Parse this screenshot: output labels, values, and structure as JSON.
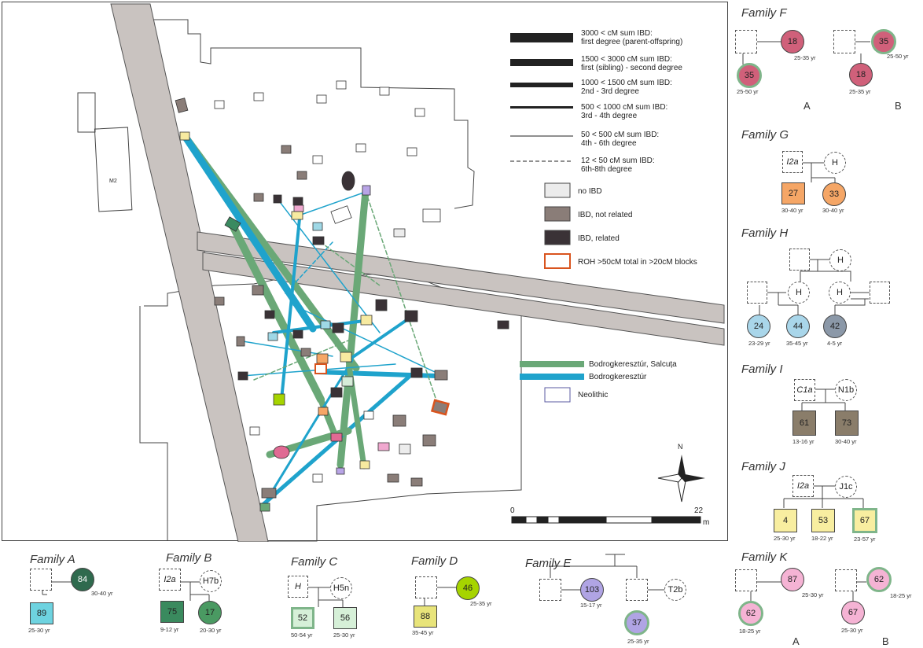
{
  "legend": {
    "ibd": [
      {
        "label1": "3000 < cM sum IBD:",
        "label2": "first degree (parent-offspring)"
      },
      {
        "label1": "1500 < 3000 cM sum IBD:",
        "label2": "first (sibling) - second degree"
      },
      {
        "label1": "1000 < 1500 cM sum IBD:",
        "label2": "2nd - 3rd degree"
      },
      {
        "label1": "500 < 1000 cM sum IBD:",
        "label2": "3rd - 4th degree"
      },
      {
        "label1": "50 < 500 cM sum IBD:",
        "label2": "4th - 6th degree"
      },
      {
        "label1": "12 < 50 cM sum IBD:",
        "label2": "6th-8th degree"
      }
    ],
    "boxes": [
      "no IBD",
      "IBD, not related",
      "IBD, related",
      "ROH >50cM total in >20cM blocks"
    ],
    "cultures": [
      "Bodrogkeresztúr, Salcuța",
      "Bodrogkeresztúr",
      "Neolithic"
    ]
  },
  "scale": {
    "start": "0",
    "end": "22",
    "unit": "m"
  },
  "north": "N",
  "families": {
    "A": {
      "title": "Family A",
      "n1": "84",
      "a1": "30-40 yr",
      "n2": "89",
      "a2": "25-30 yr"
    },
    "B": {
      "title": "Family B",
      "p1": "I2a",
      "p2": "H7b",
      "n1": "75",
      "a1": "9-12 yr",
      "n2": "17",
      "a2": "20-30 yr"
    },
    "C": {
      "title": "Family C",
      "p1": "H",
      "p2": "H5n",
      "n1": "52",
      "a1": "50-54 yr",
      "n2": "56",
      "a2": "25-30 yr"
    },
    "D": {
      "title": "Family D",
      "n1": "46",
      "a1": "25-35 yr",
      "n2": "88",
      "a2": "35-45 yr"
    },
    "E": {
      "title": "Family E",
      "n1": "103",
      "a1": "15-17 yr",
      "p2": "T2b",
      "n2": "37",
      "a2": "25-35 yr"
    },
    "F": {
      "title": "Family F",
      "n1": "18",
      "a1": "25-35 yr",
      "n2": "35",
      "a2": "25-50 yr",
      "n3": "35",
      "a3": "25-50 yr",
      "n4": "18",
      "a4": "25-35 yr",
      "subA": "A",
      "subB": "B"
    },
    "G": {
      "title": "Family G",
      "p1": "I2a",
      "p2": "H",
      "n1": "27",
      "a1": "30-40 yr",
      "n2": "33",
      "a2": "30-40 yr"
    },
    "H": {
      "title": "Family H",
      "p1": "H",
      "p2": "H",
      "p3": "H",
      "n1": "24",
      "a1": "23-29 yr",
      "n2": "44",
      "a2": "35-45 yr",
      "n3": "42",
      "a3": "4-5 yr"
    },
    "I": {
      "title": "Family I",
      "p1": "C1a",
      "p2": "N1b",
      "n1": "61",
      "a1": "13-16 yr",
      "n2": "73",
      "a2": "30-40 yr"
    },
    "J": {
      "title": "Family J",
      "p1": "I2a",
      "p2": "J1c",
      "n1": "4",
      "a1": "25-30 yr",
      "n2": "53",
      "a2": "18-22 yr",
      "n3": "67",
      "a3": "23-57 yr"
    },
    "K": {
      "title": "Family K",
      "n1": "87",
      "a1": "25-30 yr",
      "n2": "62",
      "a2": "18-25 yr",
      "n3": "62",
      "a3": "18-25 yr",
      "n4": "67",
      "a4": "25-30 yr",
      "subA": "A",
      "subB": "B"
    }
  },
  "map_labels": {
    "m2": "M2"
  },
  "colors": {
    "green": "#6aa877",
    "blue": "#1fa3cc",
    "roh": "#d9541e",
    "related": "#3a3236",
    "notrelated": "#8a7d78",
    "noibd": "#ececec"
  }
}
